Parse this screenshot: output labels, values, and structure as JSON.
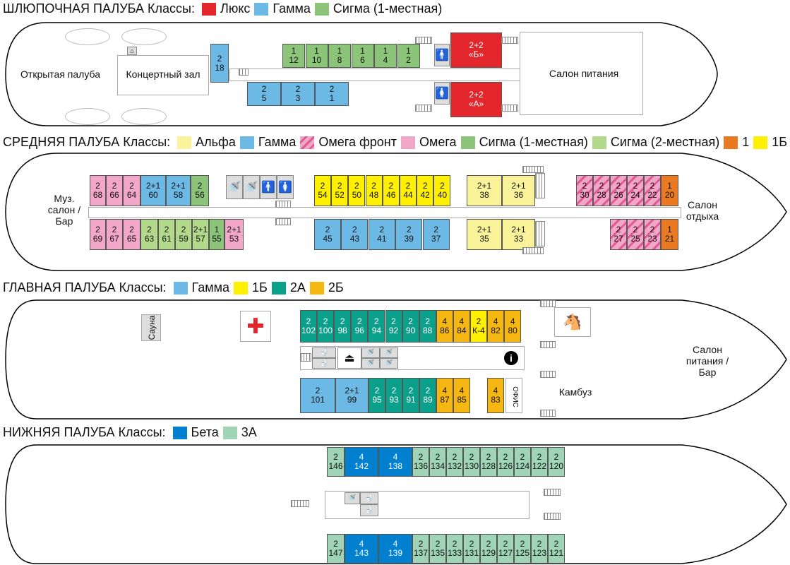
{
  "colors": {
    "lux": "#e3262b",
    "gamma": "#6cb9e6",
    "sigma1": "#8cc47a",
    "sigma2": "#b3d98b",
    "alpha": "#fbf39a",
    "omega": "#f2a7c8",
    "one": "#ea7a22",
    "oneB": "#fff000",
    "twoA": "#0aa08a",
    "twoB": "#f6b712",
    "beta": "#0080cf",
    "threeA": "#9fd5b6"
  },
  "decks": {
    "boat": {
      "title": "ШЛЮПОЧНАЯ ПАЛУБА Классы:",
      "legend": [
        {
          "label": "Люкс",
          "color": "#e3262b"
        },
        {
          "label": "Гамма",
          "color": "#6cb9e6"
        },
        {
          "label": "Сигма (1-местная)",
          "color": "#8cc47a"
        }
      ],
      "rooms": {
        "open_deck": "Открытая палуба",
        "concert_hall": "Концертный зал",
        "dining_salon": "Салон питания"
      },
      "cabins": [
        {
          "cap": "2",
          "num": "18",
          "cls": "gamma"
        },
        {
          "cap": "1",
          "num": "12",
          "cls": "sigma1"
        },
        {
          "cap": "1",
          "num": "10",
          "cls": "sigma1"
        },
        {
          "cap": "1",
          "num": "8",
          "cls": "sigma1"
        },
        {
          "cap": "1",
          "num": "6",
          "cls": "sigma1"
        },
        {
          "cap": "1",
          "num": "4",
          "cls": "sigma1"
        },
        {
          "cap": "1",
          "num": "2",
          "cls": "sigma1"
        },
        {
          "cap": "2+2",
          "num": "«Б»",
          "cls": "lux"
        },
        {
          "cap": "2",
          "num": "5",
          "cls": "gamma"
        },
        {
          "cap": "2",
          "num": "3",
          "cls": "gamma"
        },
        {
          "cap": "2",
          "num": "1",
          "cls": "gamma"
        },
        {
          "cap": "2+2",
          "num": "«А»",
          "cls": "lux"
        }
      ]
    },
    "middle": {
      "title": "СРЕДНЯЯ ПАЛУБА Классы:",
      "legend": [
        {
          "label": "Альфа",
          "color": "#fbf39a"
        },
        {
          "label": "Гамма",
          "color": "#6cb9e6"
        },
        {
          "label": "Омега фронт",
          "color": "#f2a7c8",
          "striped": true
        },
        {
          "label": "Омега",
          "color": "#f2a7c8"
        },
        {
          "label": "Сигма (1-местная)",
          "color": "#8cc47a"
        },
        {
          "label": "Сигма (2-местная)",
          "color": "#b3d98b"
        },
        {
          "label": "1",
          "color": "#ea7a22"
        },
        {
          "label": "1Б",
          "color": "#fff000"
        }
      ],
      "rooms": {
        "music_salon": "Муз. салон / Бар",
        "rest_salon": "Салон отдыха"
      },
      "top_cabins": [
        {
          "cap": "2",
          "num": "68",
          "cls": "omega"
        },
        {
          "cap": "2",
          "num": "66",
          "cls": "omega"
        },
        {
          "cap": "2",
          "num": "64",
          "cls": "omega"
        },
        {
          "cap": "2+1",
          "num": "60",
          "cls": "gamma"
        },
        {
          "cap": "2+1",
          "num": "58",
          "cls": "gamma"
        },
        {
          "cap": "2",
          "num": "56",
          "cls": "sigma1"
        },
        {
          "cap": "2",
          "num": "54",
          "cls": "oneB"
        },
        {
          "cap": "2",
          "num": "52",
          "cls": "oneB"
        },
        {
          "cap": "2",
          "num": "50",
          "cls": "oneB"
        },
        {
          "cap": "2",
          "num": "48",
          "cls": "oneB"
        },
        {
          "cap": "2",
          "num": "46",
          "cls": "oneB"
        },
        {
          "cap": "2",
          "num": "44",
          "cls": "oneB"
        },
        {
          "cap": "2",
          "num": "42",
          "cls": "oneB"
        },
        {
          "cap": "2",
          "num": "40",
          "cls": "oneB"
        },
        {
          "cap": "2+1",
          "num": "38",
          "cls": "alpha"
        },
        {
          "cap": "2+1",
          "num": "36",
          "cls": "alpha"
        },
        {
          "cap": "2",
          "num": "30",
          "cls": "omegaf"
        },
        {
          "cap": "2",
          "num": "28",
          "cls": "omegaf"
        },
        {
          "cap": "2",
          "num": "26",
          "cls": "omegaf"
        },
        {
          "cap": "2",
          "num": "24",
          "cls": "omegaf"
        },
        {
          "cap": "2",
          "num": "22",
          "cls": "omegaf"
        },
        {
          "cap": "1",
          "num": "20",
          "cls": "one"
        }
      ],
      "bottom_cabins": [
        {
          "cap": "2",
          "num": "69",
          "cls": "omega"
        },
        {
          "cap": "2",
          "num": "67",
          "cls": "omega"
        },
        {
          "cap": "2",
          "num": "65",
          "cls": "omega"
        },
        {
          "cap": "2",
          "num": "63",
          "cls": "sigma2"
        },
        {
          "cap": "2",
          "num": "61",
          "cls": "sigma2"
        },
        {
          "cap": "2",
          "num": "59",
          "cls": "sigma2"
        },
        {
          "cap": "2+1",
          "num": "57",
          "cls": "sigma2"
        },
        {
          "cap": "1",
          "num": "55",
          "cls": "sigma1"
        },
        {
          "cap": "2+1",
          "num": "53",
          "cls": "omega"
        },
        {
          "cap": "2",
          "num": "45",
          "cls": "gamma"
        },
        {
          "cap": "2",
          "num": "43",
          "cls": "gamma"
        },
        {
          "cap": "2",
          "num": "41",
          "cls": "gamma"
        },
        {
          "cap": "2",
          "num": "39",
          "cls": "gamma"
        },
        {
          "cap": "2",
          "num": "37",
          "cls": "gamma"
        },
        {
          "cap": "2+1",
          "num": "35",
          "cls": "alpha"
        },
        {
          "cap": "2+1",
          "num": "33",
          "cls": "alpha"
        },
        {
          "cap": "2",
          "num": "27",
          "cls": "omegaf"
        },
        {
          "cap": "2",
          "num": "25",
          "cls": "omegaf"
        },
        {
          "cap": "2",
          "num": "23",
          "cls": "omegaf"
        },
        {
          "cap": "1",
          "num": "21",
          "cls": "one"
        }
      ]
    },
    "main": {
      "title": "ГЛАВНАЯ ПАЛУБА Классы:",
      "legend": [
        {
          "label": "Гамма",
          "color": "#6cb9e6"
        },
        {
          "label": "1Б",
          "color": "#fff000"
        },
        {
          "label": "2А",
          "color": "#0aa08a"
        },
        {
          "label": "2Б",
          "color": "#f6b712"
        }
      ],
      "rooms": {
        "sauna": "Сауна",
        "galley": "Камбуз",
        "office": "ОФИС",
        "dining_bar": "Салон питания / Бар"
      },
      "top_cabins": [
        {
          "cap": "2",
          "num": "102",
          "cls": "twoA"
        },
        {
          "cap": "2",
          "num": "100",
          "cls": "twoA"
        },
        {
          "cap": "2",
          "num": "98",
          "cls": "twoA"
        },
        {
          "cap": "2",
          "num": "96",
          "cls": "twoA"
        },
        {
          "cap": "2",
          "num": "94",
          "cls": "twoA"
        },
        {
          "cap": "2",
          "num": "92",
          "cls": "twoA"
        },
        {
          "cap": "2",
          "num": "90",
          "cls": "twoA"
        },
        {
          "cap": "2",
          "num": "88",
          "cls": "twoA"
        },
        {
          "cap": "4",
          "num": "86",
          "cls": "twoB"
        },
        {
          "cap": "4",
          "num": "84",
          "cls": "twoB"
        },
        {
          "cap": "2",
          "num": "К-4",
          "cls": "oneB"
        },
        {
          "cap": "4",
          "num": "82",
          "cls": "twoB"
        },
        {
          "cap": "4",
          "num": "80",
          "cls": "twoB"
        }
      ],
      "bottom_cabins": [
        {
          "cap": "2",
          "num": "101",
          "cls": "gamma"
        },
        {
          "cap": "2+1",
          "num": "99",
          "cls": "gamma"
        },
        {
          "cap": "2",
          "num": "95",
          "cls": "twoA"
        },
        {
          "cap": "2",
          "num": "93",
          "cls": "twoA"
        },
        {
          "cap": "2",
          "num": "91",
          "cls": "twoA"
        },
        {
          "cap": "2",
          "num": "89",
          "cls": "twoA"
        },
        {
          "cap": "4",
          "num": "87",
          "cls": "twoB"
        },
        {
          "cap": "4",
          "num": "85",
          "cls": "twoB"
        },
        {
          "cap": "4",
          "num": "83",
          "cls": "twoB"
        }
      ]
    },
    "lower": {
      "title": "НИЖНЯЯ ПАЛУБА Классы:",
      "legend": [
        {
          "label": "Бета",
          "color": "#0080cf"
        },
        {
          "label": "3А",
          "color": "#9fd5b6"
        }
      ],
      "top_cabins": [
        {
          "cap": "2",
          "num": "146",
          "cls": "threeA"
        },
        {
          "cap": "4",
          "num": "142",
          "cls": "beta"
        },
        {
          "cap": "4",
          "num": "138",
          "cls": "beta"
        },
        {
          "cap": "2",
          "num": "136",
          "cls": "threeA"
        },
        {
          "cap": "2",
          "num": "134",
          "cls": "threeA"
        },
        {
          "cap": "2",
          "num": "132",
          "cls": "threeA"
        },
        {
          "cap": "2",
          "num": "130",
          "cls": "threeA"
        },
        {
          "cap": "2",
          "num": "128",
          "cls": "threeA"
        },
        {
          "cap": "2",
          "num": "126",
          "cls": "threeA"
        },
        {
          "cap": "2",
          "num": "124",
          "cls": "threeA"
        },
        {
          "cap": "2",
          "num": "122",
          "cls": "threeA"
        },
        {
          "cap": "2",
          "num": "120",
          "cls": "threeA"
        }
      ],
      "bottom_cabins": [
        {
          "cap": "2",
          "num": "147",
          "cls": "threeA"
        },
        {
          "cap": "4",
          "num": "143",
          "cls": "beta"
        },
        {
          "cap": "4",
          "num": "139",
          "cls": "beta"
        },
        {
          "cap": "2",
          "num": "137",
          "cls": "threeA"
        },
        {
          "cap": "2",
          "num": "135",
          "cls": "threeA"
        },
        {
          "cap": "2",
          "num": "133",
          "cls": "threeA"
        },
        {
          "cap": "2",
          "num": "131",
          "cls": "threeA"
        },
        {
          "cap": "2",
          "num": "129",
          "cls": "threeA"
        },
        {
          "cap": "2",
          "num": "127",
          "cls": "threeA"
        },
        {
          "cap": "2",
          "num": "125",
          "cls": "threeA"
        },
        {
          "cap": "2",
          "num": "123",
          "cls": "threeA"
        },
        {
          "cap": "2",
          "num": "121",
          "cls": "threeA"
        }
      ]
    }
  }
}
